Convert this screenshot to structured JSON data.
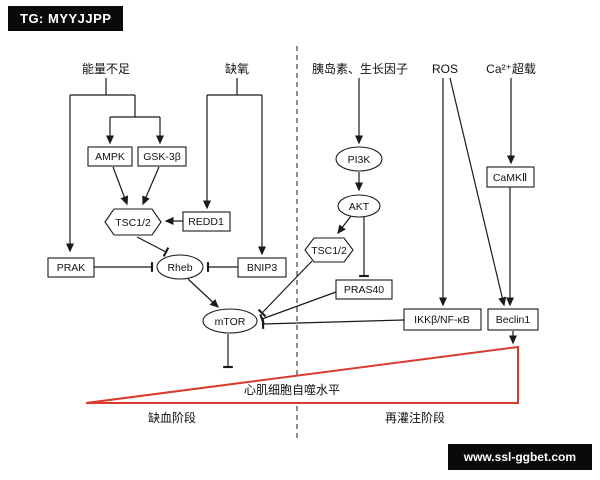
{
  "badges": {
    "top_left": "TG: MYYJJPP",
    "bottom_right": "www.ssl-ggbet.com"
  },
  "stimuli": {
    "energy_deficiency": "能量不足",
    "hypoxia": "缺氧",
    "insulin_growth_factors": "胰岛素、生长因子",
    "ros": "ROS",
    "calcium_overload": "Ca²⁺超载"
  },
  "nodes": {
    "ampk": "AMPK",
    "gsk3b": "GSK-3β",
    "tsc12_left": "TSC1/2",
    "redd1": "REDD1",
    "prak": "PRAK",
    "rheb": "Rheb",
    "bnip3": "BNIP3",
    "mtor": "mTOR",
    "pi3k": "PI3K",
    "akt": "AKT",
    "tsc12_right": "TSC1/2",
    "pras40": "PRAS40",
    "ikkb_nfkb": "IKKβ/NF-κB",
    "beclin1": "Beclin1",
    "camk2": "CaMKⅡ"
  },
  "triangle": {
    "label": "心肌细胞自噬水平"
  },
  "phases": {
    "ischemia": "缺血阶段",
    "reperfusion": "再灌注阶段"
  },
  "colors": {
    "line": "#1a1a1a",
    "triangle": "#d93a2b",
    "badge_bg": "#0a0a0a",
    "badge_text": "#ffffff",
    "background": "#ffffff"
  }
}
